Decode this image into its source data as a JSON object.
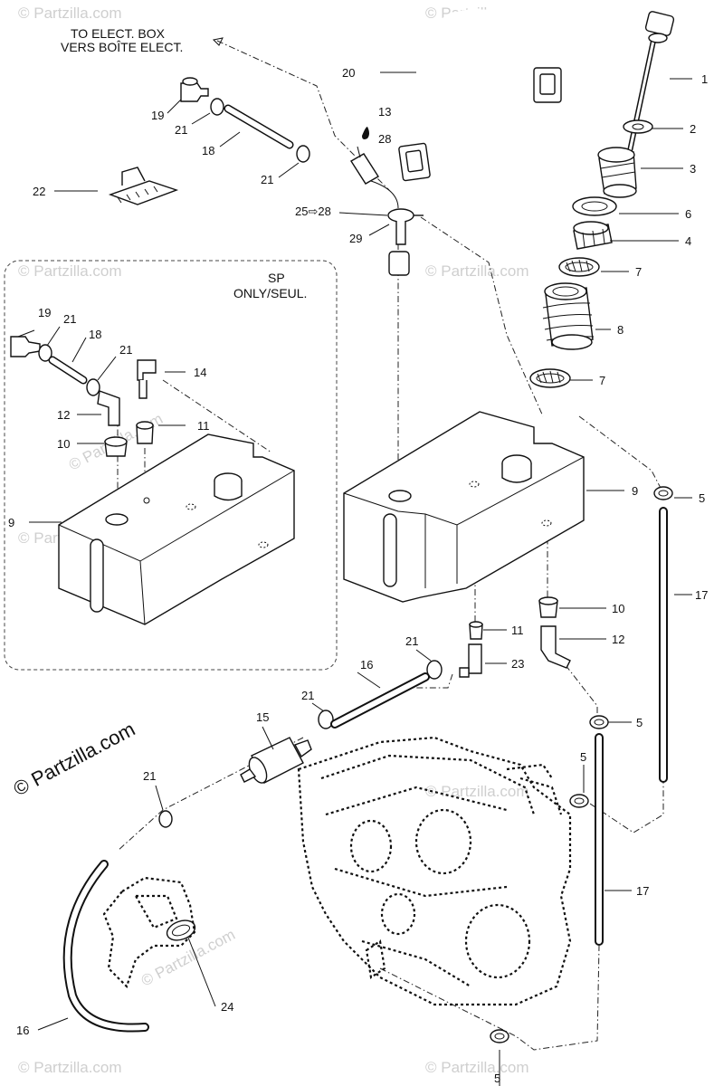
{
  "captions": {
    "elect_line1": "TO ELECT. BOX",
    "elect_line2": "VERS BOÎTE ELECT.",
    "sp_line1": "SP",
    "sp_line2": "ONLY/SEUL."
  },
  "watermarks": {
    "text": "© Partzilla.com",
    "main": "© Partzilla.com"
  },
  "callouts": {
    "c1": "1",
    "c2": "2",
    "c3": "3",
    "c4": "4",
    "c5a": "5",
    "c5b": "5",
    "c5c": "5",
    "c5d": "5",
    "c6": "6",
    "c7a": "7",
    "c7b": "7",
    "c8": "8",
    "c9a": "9",
    "c9b": "9",
    "c10a": "10",
    "c10b": "10",
    "c11a": "11",
    "c11b": "11",
    "c12a": "12",
    "c12b": "12",
    "c13": "13",
    "c14": "14",
    "c15": "15",
    "c16a": "16",
    "c16b": "16",
    "c17a": "17",
    "c17b": "17",
    "c18a": "18",
    "c18b": "18",
    "c19a": "19",
    "c19b": "19",
    "c20": "20",
    "c21a": "21",
    "c21b": "21",
    "c21c": "21",
    "c21d": "21",
    "c21e": "21",
    "c21f": "21",
    "c21g": "21",
    "c22": "22",
    "c23": "23",
    "c24": "24",
    "c25": "25⇨28",
    "c28": "28",
    "c29": "29"
  }
}
